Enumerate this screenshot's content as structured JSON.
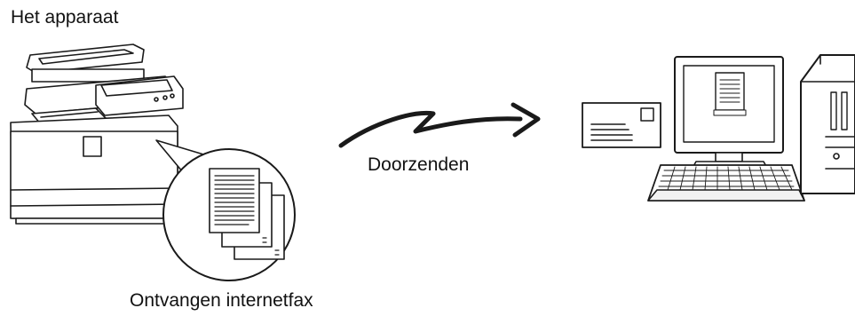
{
  "labels": {
    "machine": "Het apparaat",
    "forward": "Doorzenden",
    "received": "Ontvangen internetfax"
  },
  "icons": [
    "mfp-printer-icon",
    "received-documents-icon",
    "forward-arrow-icon",
    "envelope-icon",
    "desktop-computer-icon"
  ],
  "colors": {
    "stroke": "#1a1a1a",
    "fill": "#ffffff",
    "shade": "#d9d9d9",
    "arrow": "#1a1a1a"
  }
}
